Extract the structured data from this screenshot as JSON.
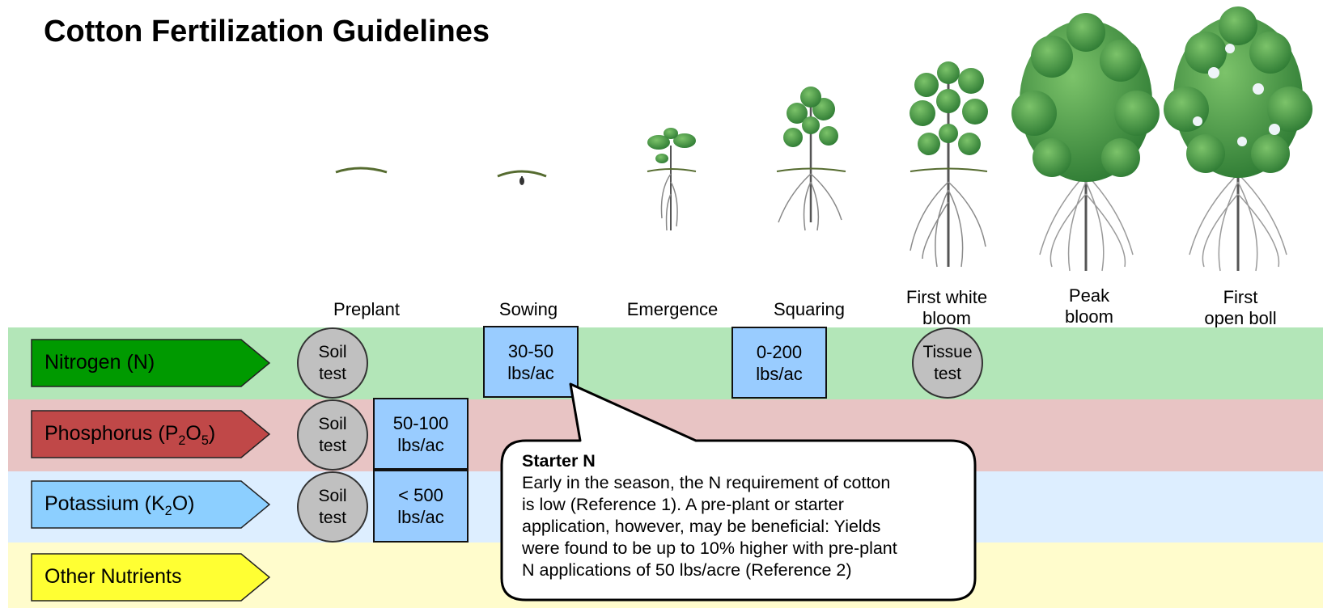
{
  "title": "Cotton Fertilization Guidelines",
  "stages": [
    {
      "label_1": "Preplant",
      "label_2": ""
    },
    {
      "label_1": "Sowing",
      "label_2": ""
    },
    {
      "label_1": "Emergence",
      "label_2": ""
    },
    {
      "label_1": "Squaring",
      "label_2": ""
    },
    {
      "label_1": "First white",
      "label_2": "bloom"
    },
    {
      "label_1": "Peak",
      "label_2": "bloom"
    },
    {
      "label_1": "First",
      "label_2": "open boll"
    }
  ],
  "nutrients": {
    "nitrogen": {
      "label": "Nitrogen (N)",
      "band_color": "#b3e6b8",
      "arrow_color": "#009a00"
    },
    "phosphorus": {
      "label_prefix": "Phosphorus (P",
      "sub1": "2",
      "mid": "O",
      "sub2": "5",
      "suffix": ")",
      "band_color": "#e8c4c4",
      "arrow_color": "#c04848"
    },
    "potassium": {
      "label_prefix": "Potassium (K",
      "sub1": "2",
      "suffix": "O)",
      "band_color": "#ddeeff",
      "arrow_color": "#8ccfff"
    },
    "other": {
      "label": "Other Nutrients",
      "band_color": "#fffccc",
      "arrow_color": "#ffff33"
    }
  },
  "markers": {
    "n_soil": {
      "line1": "Soil",
      "line2": "test"
    },
    "n_sowing": {
      "line1": "30-50",
      "line2": "lbs/ac"
    },
    "n_squaring": {
      "line1": "0-200",
      "line2": "lbs/ac"
    },
    "n_tissue": {
      "line1": "Tissue",
      "line2": "test"
    },
    "p_soil": {
      "line1": "Soil",
      "line2": "test"
    },
    "p_rate": {
      "line1": "50-100",
      "line2": "lbs/ac"
    },
    "k_soil": {
      "line1": "Soil",
      "line2": "test"
    },
    "k_rate": {
      "line1": "< 500",
      "line2": "lbs/ac"
    }
  },
  "callout": {
    "heading": "Starter N",
    "lines": [
      "Early in the season, the N requirement of cotton",
      "is low (Reference 1). A pre-plant or starter",
      "application, however, may be beneficial: Yields",
      "were found to be up to 10% higher with pre-plant",
      "N applications of 50 lbs/acre (Reference 2)"
    ]
  },
  "colors": {
    "box_fill": "#99ccff",
    "circle_fill": "#c0c0c0",
    "leaf_green": "#3f8f3a",
    "root_gray": "#8a8a8a"
  }
}
